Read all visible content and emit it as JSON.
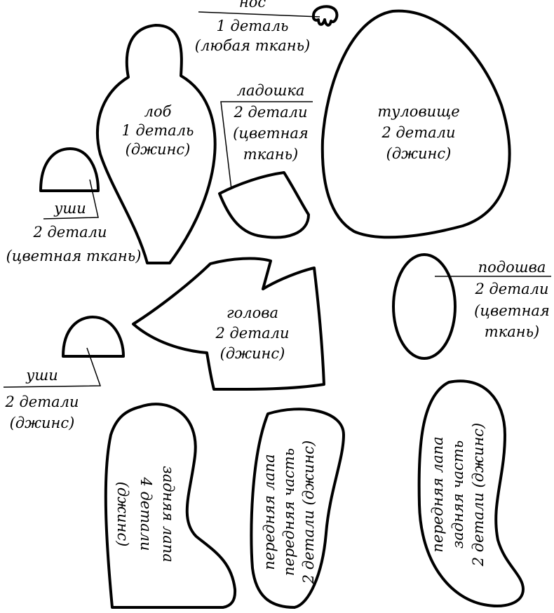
{
  "pieces": {
    "nose": {
      "lines": [
        "нос",
        "1 деталь",
        "(любая ткань)"
      ]
    },
    "forehead": {
      "lines": [
        "лоб",
        "1 деталь",
        "(джинс)"
      ]
    },
    "palm": {
      "lines": [
        "ладошка",
        "2 детали",
        "(цветная",
        "ткань)"
      ]
    },
    "body": {
      "lines": [
        "туловище",
        "2 детали",
        "(джинс)"
      ]
    },
    "ears_color": {
      "lines": [
        "уши",
        "2 детали",
        "(цветная ткань)"
      ]
    },
    "sole": {
      "lines": [
        "подошва",
        "2 детали",
        "(цветная",
        "ткань)"
      ]
    },
    "head": {
      "lines": [
        "голова",
        "2 детали",
        "(джинс)"
      ]
    },
    "ears_denim": {
      "lines": [
        "уши",
        "2 детали",
        "(джинс)"
      ]
    },
    "hind_paw": {
      "lines": [
        "задняя лапа",
        "4 детали",
        "(джинс)"
      ]
    },
    "front_paw_front": {
      "lines": [
        "передняя лапа",
        "передняя часть",
        "2 детали (джинс)"
      ]
    },
    "front_paw_back": {
      "lines": [
        "передняя лапа",
        "задняя часть",
        "2 детали (джинс)"
      ]
    }
  }
}
